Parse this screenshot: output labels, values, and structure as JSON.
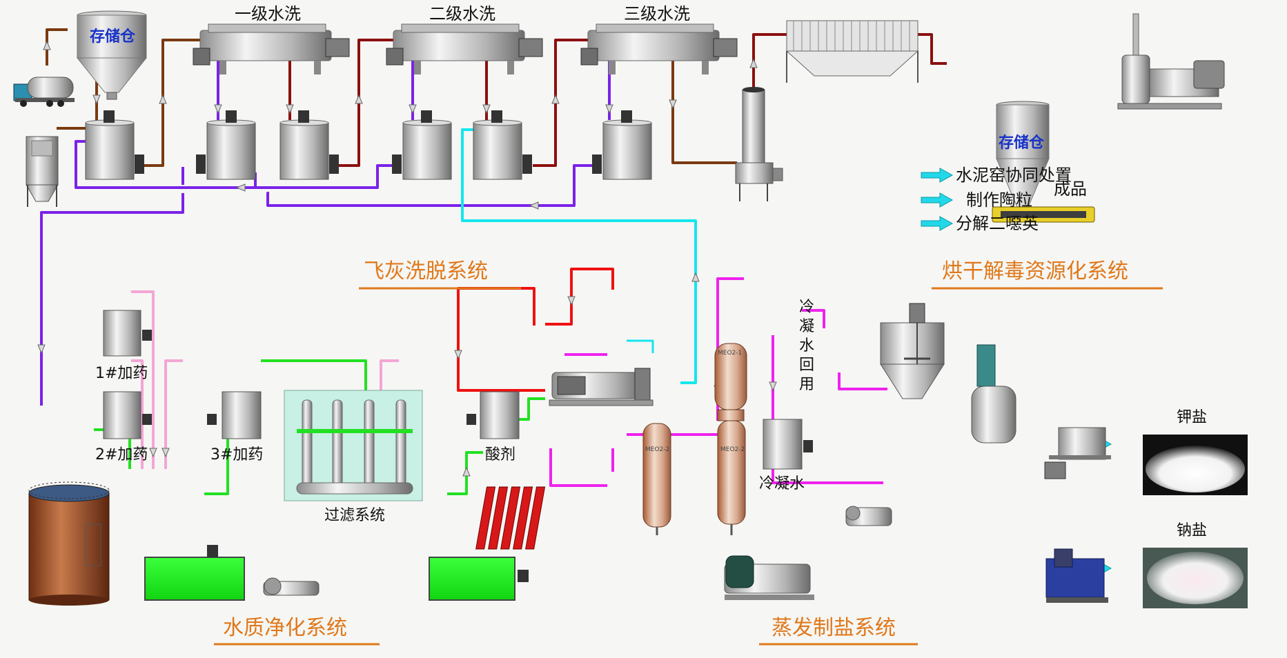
{
  "washers": [
    "一级水洗",
    "二级水洗",
    "三级水洗"
  ],
  "silo_label_1": "存储仓",
  "silo_label_2": "存储仓",
  "product_label": "成品",
  "product_uses": [
    "水泥窑协同处置",
    "制作陶粒",
    "分解二噁英"
  ],
  "systems": {
    "wash": "飞灰洗脱系统",
    "dry": "烘干解毒资源化系统",
    "water": "水质净化系统",
    "evap": "蒸发制盐系统"
  },
  "dosing": [
    "1#加药",
    "2#加药",
    "3#加药"
  ],
  "acid": "酸剂",
  "filter": "过滤系统",
  "condensate": "冷凝水",
  "condensate_return": [
    "冷",
    "凝",
    "水",
    "回",
    "用"
  ],
  "salts": [
    "钾盐",
    "钠盐"
  ],
  "evaporator_tags": [
    "MEO2-1",
    "MEO2-2",
    "MEO2-2"
  ],
  "colors": {
    "brown": "#7a3a10",
    "purple": "#7a22e8",
    "darkred": "#8b0f0f",
    "cyan": "#14e6ee",
    "green": "#22e022",
    "pink": "#f3a6d4",
    "magenta": "#ee22ee",
    "red": "#ee1111",
    "orange": "#e0781a"
  }
}
